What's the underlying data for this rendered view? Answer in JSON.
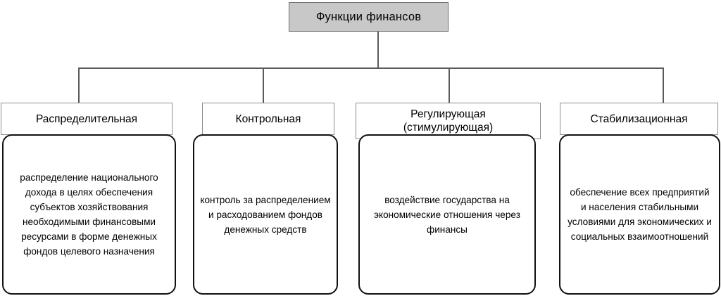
{
  "diagram": {
    "title": "Функции финансов",
    "type": "hierarchy-tree",
    "root": {
      "label": "Функции финансов",
      "fill_color": "#c8c8c8",
      "border_color": "#6e6e6e"
    },
    "connector_color": "#5a5a5a",
    "branches": [
      {
        "header": "Распределительная",
        "header_line2": "",
        "body": "распределение национального дохода в целях обеспечения субъектов хозяйствования необходимыми финансовыми ресурсами в форме денежных фондов целевого назначения"
      },
      {
        "header": "Контрольная",
        "header_line2": "",
        "body": "контроль за распределением и расходованием фондов денежных средств"
      },
      {
        "header": "Регулирующая",
        "header_line2": "(стимулирующая)",
        "body": "воздействие государства на экономические отношения через финансы"
      },
      {
        "header": "Стабилизационная",
        "header_line2": "",
        "body": "обеспечение всех предприятий и населения стабильными условиями для экономических и социальных взаимоотношений"
      }
    ]
  }
}
